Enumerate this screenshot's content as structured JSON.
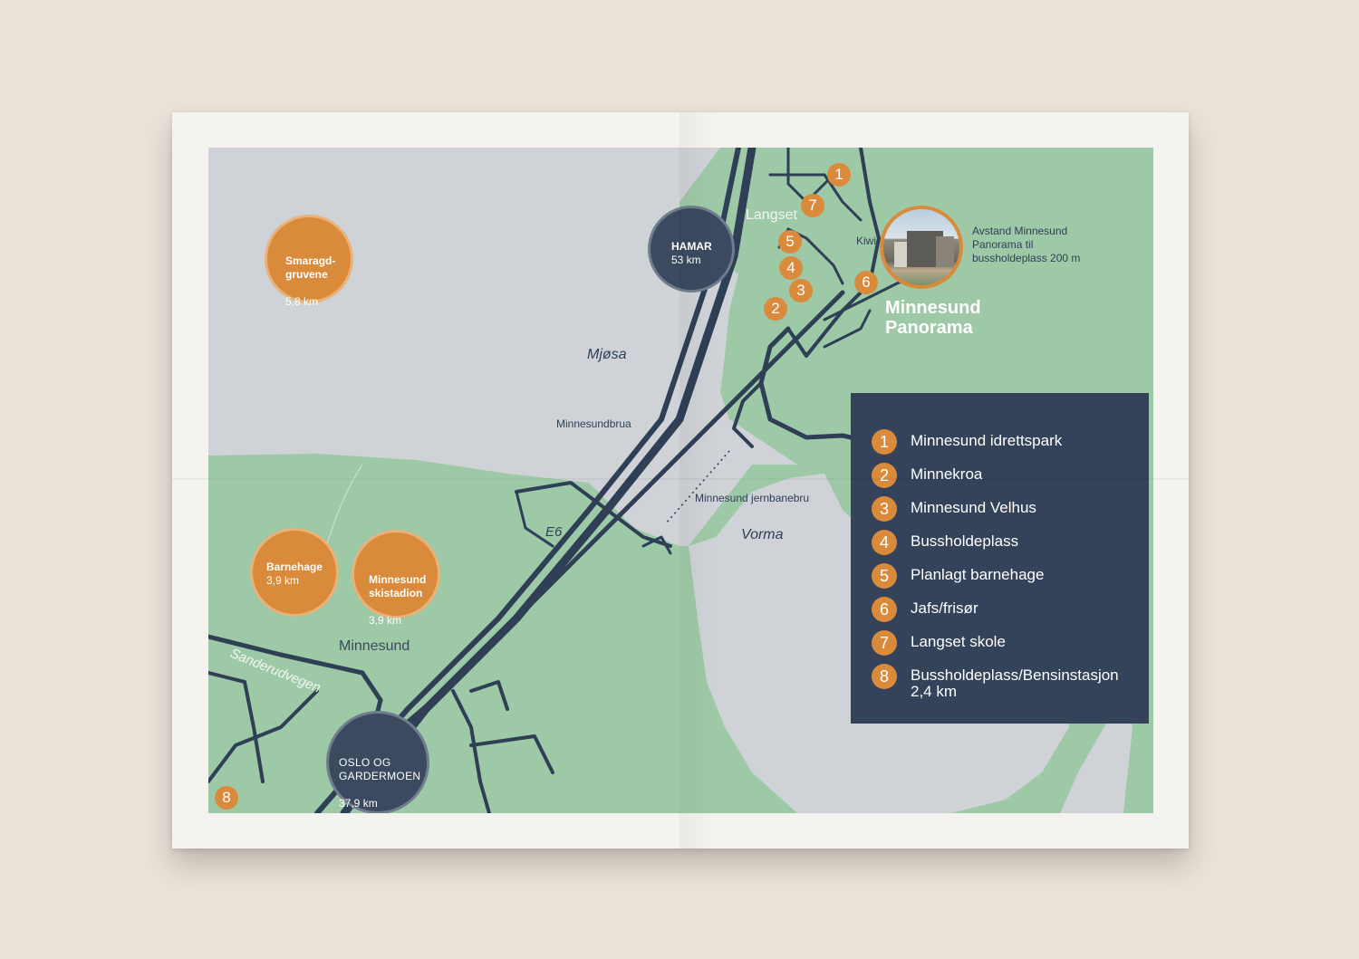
{
  "map": {
    "water_labels": {
      "mjosa": "Mjøsa",
      "vorma": "Vorma"
    },
    "road_labels": {
      "e6": "E6",
      "sanderudvegen": "Sanderudvegen"
    },
    "bridge_labels": {
      "minnesundbrua": "Minnesundbrua",
      "jernbanebru": "Minnesund jernbanebru"
    },
    "place_labels": {
      "langset": "Langset",
      "minnesund": "Minnesund",
      "kiwi": "Kiwi"
    },
    "destinations": [
      {
        "name": "Smaragd-\ngruvene",
        "distance": "5,8 km",
        "style": "orange"
      },
      {
        "name": "HAMAR",
        "distance": "53 km",
        "style": "navy"
      },
      {
        "name": "Barnehage",
        "distance": "3,9 km",
        "style": "orange"
      },
      {
        "name": "Minnesund\nskistadion",
        "distance": "3,9 km",
        "style": "orange"
      },
      {
        "name": "OSLO OG\nGARDERMOEN",
        "distance": "37,9 km",
        "style": "navy"
      }
    ],
    "pins": [
      "1",
      "7",
      "5",
      "4",
      "3",
      "2",
      "6",
      "8"
    ],
    "project": {
      "title_line1": "Minnesund",
      "title_line2": "Panorama",
      "distance_text": "Avstand Minnesund Panorama til bussholdeplass 200 m"
    },
    "legend": [
      {
        "num": "1",
        "label": "Minnesund idrettspark"
      },
      {
        "num": "2",
        "label": "Minnekroa"
      },
      {
        "num": "3",
        "label": "Minnesund Velhus"
      },
      {
        "num": "4",
        "label": "Bussholdeplass"
      },
      {
        "num": "5",
        "label": "Planlagt barnehage"
      },
      {
        "num": "6",
        "label": "Jafs/frisør"
      },
      {
        "num": "7",
        "label": "Langset skole"
      },
      {
        "num": "8",
        "label": "Bussholdeplass/Bensinstasjon\n2,4 km"
      }
    ],
    "colors": {
      "land": "#9ec9a6",
      "water": "#cfd2d6",
      "road": "#2f3f56",
      "accent": "#d98a3a",
      "legend_bg": "#34435a"
    }
  }
}
